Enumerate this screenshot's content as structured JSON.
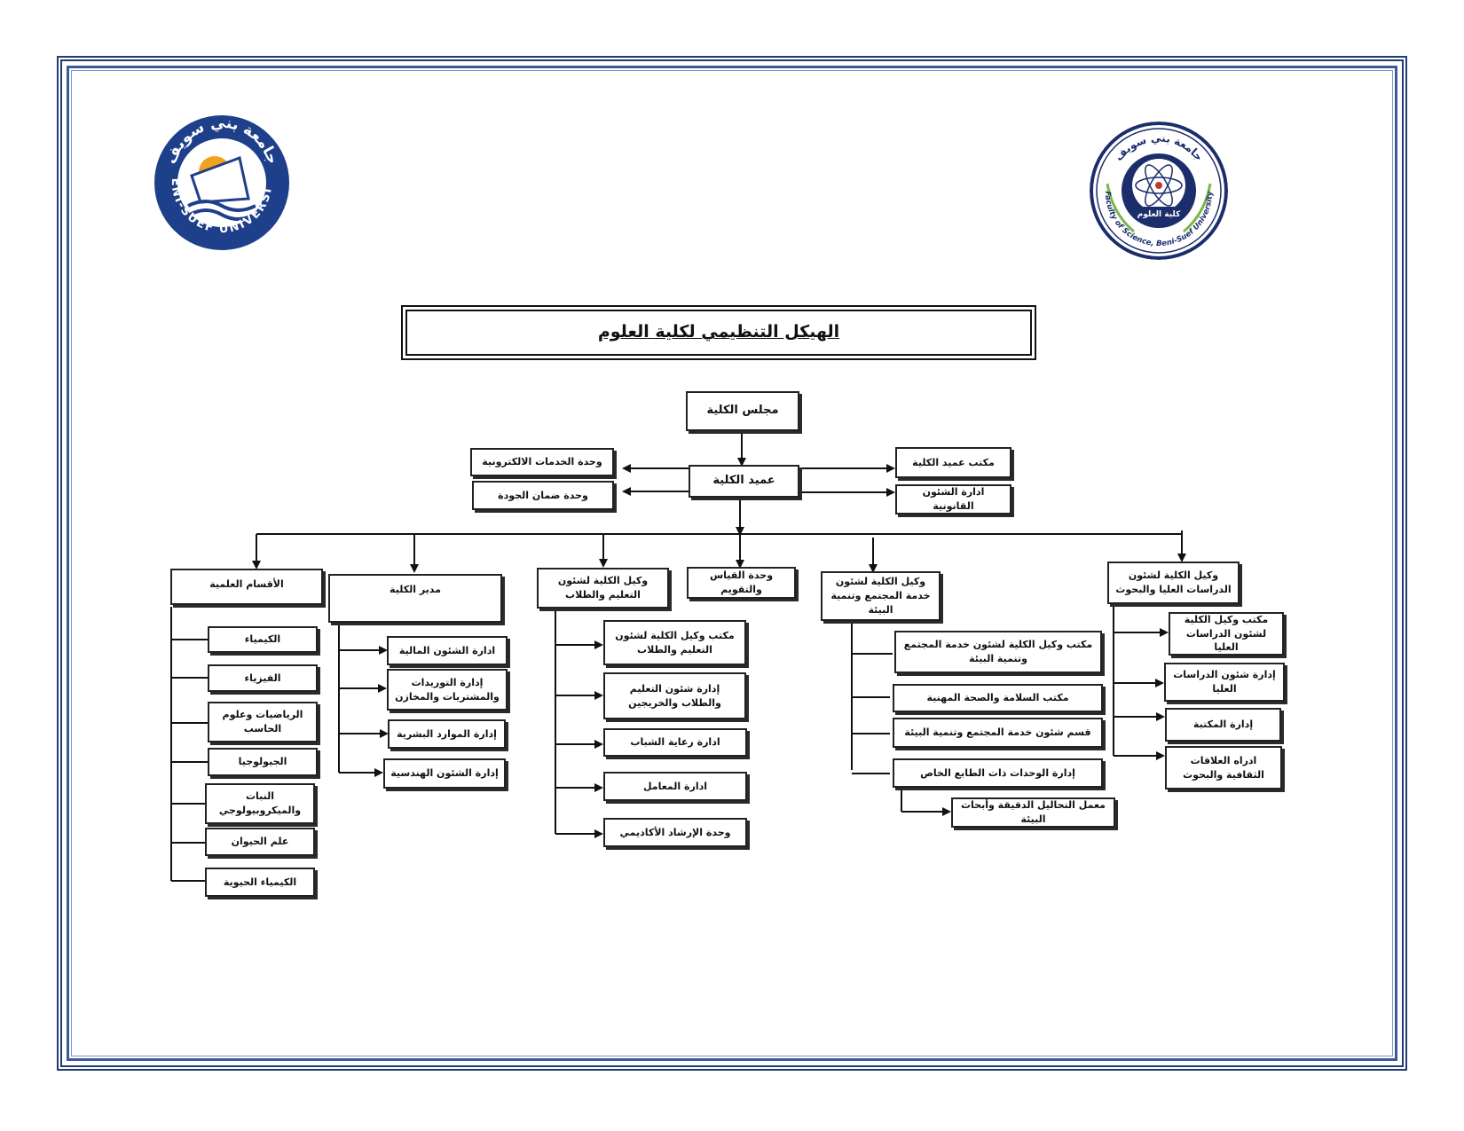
{
  "title": "الهيكل التنظيمي لكلية العلوم",
  "logos": {
    "left": {
      "text": "BENI-SUEF UNIVERSITY",
      "arabic": "جامعة بني سويف",
      "color": "#1e3f8a"
    },
    "right": {
      "label": "كلية العلوم",
      "ring_text": "Faculty of Science, Beni-Suef University",
      "arabic": "جامعة بني سويف",
      "color": "#1b2d6b"
    }
  },
  "colors": {
    "frame": "#1f3b70",
    "box_border": "#222222",
    "line": "#111111"
  },
  "nodes": {
    "council": "مجلس الكلية",
    "dean": "عميد الكلية",
    "eservices": "وحدة الخدمات الالكترونية",
    "quality": "وحدة ضمان الجودة",
    "dean_office": "مكتب عميد الكلية",
    "legal": "ادارة الشئون القانونية",
    "departments": "الأقسام العلمية",
    "manager": "مدير الكلية",
    "vice_edu": "وكيل الكلية لشئون التعليم والطلاب",
    "measure": "وحدة القياس والتقويم",
    "vice_comm": "وكيل الكلية لشئون خدمة المجتمع وتنمية البيئة",
    "vice_grad": "وكيل الكلية لشئون الدراسات العليا والبحوث"
  },
  "dept_items": [
    "الكيمياء",
    "الفيزياء",
    "الرياضيات وعلوم الحاسب",
    "الجيولوجيا",
    "النبات والميكروبيولوجي",
    "علم الحيوان",
    "الكيمياء الحيوية"
  ],
  "manager_items": [
    "ادارة الشئون المالية",
    "إدارة التوريدات والمشتريات والمخازن",
    "إدارة الموارد البشرية",
    "إدارة الشئون الهندسية"
  ],
  "edu_items": [
    "مكتب وكيل الكلية لشئون التعليم والطلاب",
    "إدارة شئون التعليم والطلاب والخريجين",
    "ادارة رعاية الشباب",
    "ادارة المعامل",
    "وحدة الإرشاد الأكاديمي"
  ],
  "comm_items": [
    "مكتب وكيل الكلية لشئون خدمة المجتمع وتنمية البيئة",
    "مكتب السلامة والصحة المهنية",
    "قسم شئون خدمة المجتمع وتنمية البيئة",
    "إدارة الوحدات ذات الطابع الخاص"
  ],
  "comm_sub": "معمل التحاليل الدقيقة وأبحاث البيئة",
  "grad_items": [
    "مكتب وكيل الكلية لشئون الدراسات العليا",
    "إدارة شئون الدراسات العليا",
    "إدارة المكتبة",
    "ادراه العلاقات الثقافية والبحوث"
  ]
}
